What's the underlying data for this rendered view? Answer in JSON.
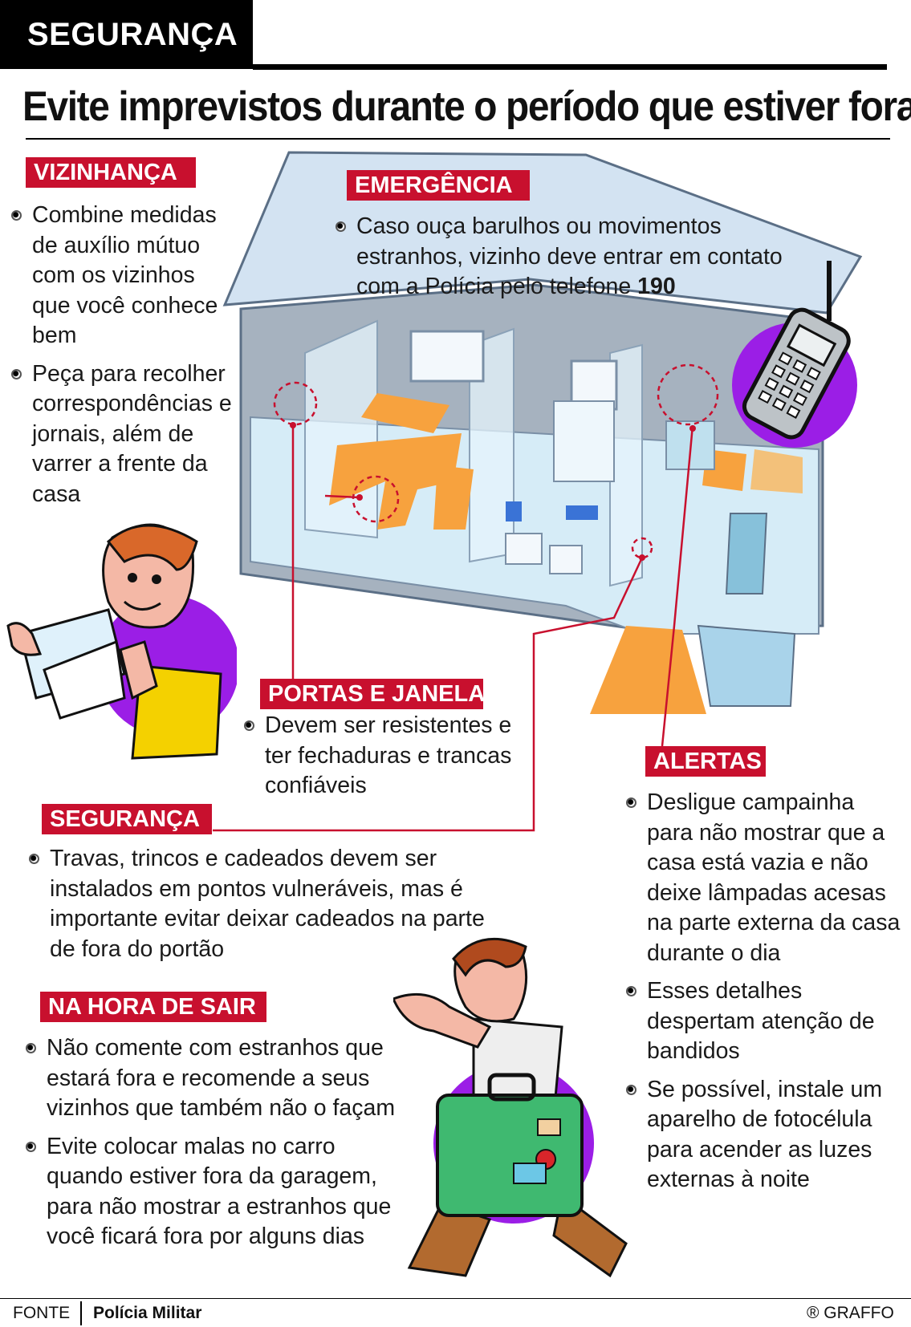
{
  "header": {
    "kicker": "SEGURANÇA",
    "title": "Evite imprevistos durante o período que estiver fora"
  },
  "sections": {
    "vizinhanca": {
      "tag": "VIZINHANÇA",
      "items": [
        "Combine medidas de auxílio mútuo com os vizinhos que você conhece bem",
        "Peça para recolher correspondências e jornais, além de varrer a frente da casa"
      ]
    },
    "emergencia": {
      "tag": "EMERGÊNCIA",
      "text": "Caso ouça barulhos ou movimentos estranhos, vizinho deve entrar em contato com a Polícia pelo telefone",
      "phone": "190"
    },
    "portas": {
      "tag": "PORTAS E JANELAS",
      "items": [
        "Devem ser resistentes e ter fechaduras e trancas confiáveis"
      ]
    },
    "seguranca": {
      "tag": "SEGURANÇA",
      "items": [
        "Travas, trincos e cadeados devem ser instalados em pontos vulneráveis, mas é importante evitar deixar cadeados na parte de fora do portão"
      ]
    },
    "sair": {
      "tag": "NA HORA DE SAIR",
      "items": [
        "Não comente com estranhos que estará fora e recomende a seus vizinhos que também não o façam",
        "Evite colocar malas no carro quando estiver fora da garagem, para não mostrar a estranhos que você ficará fora por alguns dias"
      ]
    },
    "alertas": {
      "tag": "ALERTAS",
      "items": [
        "Desligue campainha para não mostrar que a casa está vazia e não deixe lâmpadas acesas na parte externa da casa durante o dia",
        "Esses detalhes despertam atenção de bandidos",
        "Se possível, instale um aparelho de fotocélula para acender as luzes externas à noite"
      ]
    }
  },
  "footer": {
    "source_label": "FONTE",
    "source": "Polícia Militar",
    "credit": "® GRAFFO"
  },
  "colors": {
    "red": "#c8102e",
    "purple": "#9b1ee6",
    "house_blue": "#cfe3f3",
    "orange": "#f7a23e"
  }
}
